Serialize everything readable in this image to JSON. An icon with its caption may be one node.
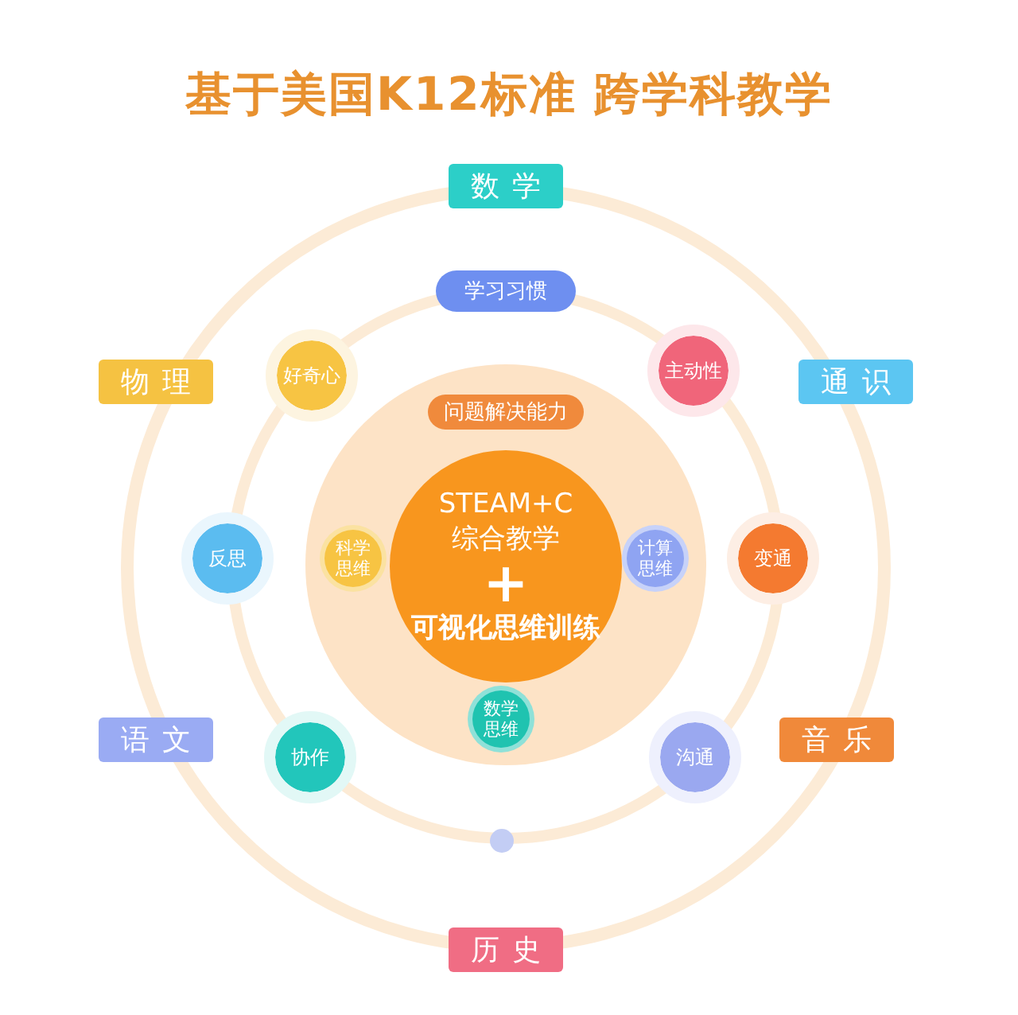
{
  "diagram": {
    "title": "基于美国K12标准 跨学科教学",
    "nodes": [
      {
        "text": [
          "数学"
        ]
      },
      {
        "text": [
          "学习习惯"
        ]
      },
      {
        "text": [
          "物理"
        ]
      },
      {
        "text": [
          "好奇心"
        ]
      },
      {
        "text": [
          "主动性"
        ]
      },
      {
        "text": [
          "通识"
        ]
      },
      {
        "text": [
          "问题解决能力"
        ]
      },
      {
        "text": [
          "STEAM+C 综合教学",
          "+",
          "可视化思维训练"
        ]
      },
      {
        "text": [
          "科学思维"
        ]
      },
      {
        "text": [
          "计算思维"
        ]
      },
      {
        "text": [
          "反思"
        ]
      },
      {
        "text": [
          "变通"
        ]
      },
      {
        "text": [
          "数学思维"
        ]
      },
      {
        "text": [
          "语文"
        ]
      },
      {
        "text": [
          "协作"
        ]
      },
      {
        "text": [
          "沟通"
        ]
      },
      {
        "text": [
          "音乐"
        ]
      },
      {
        "text": [],
        "shape": "circle"
      },
      {
        "text": [
          "历史"
        ]
      }
    ]
  }
}
